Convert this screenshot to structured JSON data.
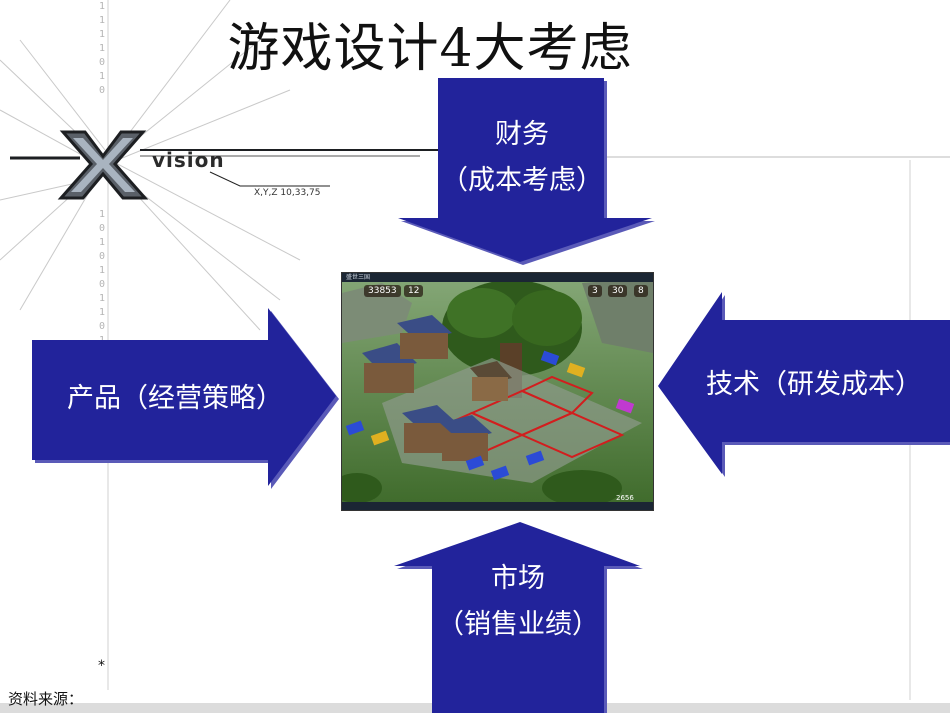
{
  "title": "游戏设计4大考虑",
  "logo": {
    "text": "vision",
    "coords": "X,Y,Z 10,33,75",
    "binary_digits": [
      "1",
      "1",
      "1",
      "1",
      "0",
      "1",
      "0",
      "1",
      "0",
      "1",
      "0",
      "1",
      "0",
      "1",
      "1",
      "0",
      "1",
      "0",
      "1",
      "0",
      "1",
      "1"
    ]
  },
  "arrows": {
    "top": {
      "line1": "财务",
      "line2": "（成本考虑）"
    },
    "left": {
      "text": "产品（经营策略）"
    },
    "right": {
      "text": "技术（研发成本）"
    },
    "bottom": {
      "line1": "市场",
      "line2": "（销售业绩）"
    }
  },
  "game_screenshot": {
    "topbar": "盛世三国",
    "gold": "33853",
    "level": "12",
    "res1": "3",
    "res2": "30",
    "res3": "8",
    "corner": "2656"
  },
  "footer": {
    "star": "*",
    "source_label": "资料来源："
  },
  "colors": {
    "arrow_fill": "#22239b",
    "arrow_shadow": "#5a5ab8",
    "label_text": "#ffffff"
  }
}
